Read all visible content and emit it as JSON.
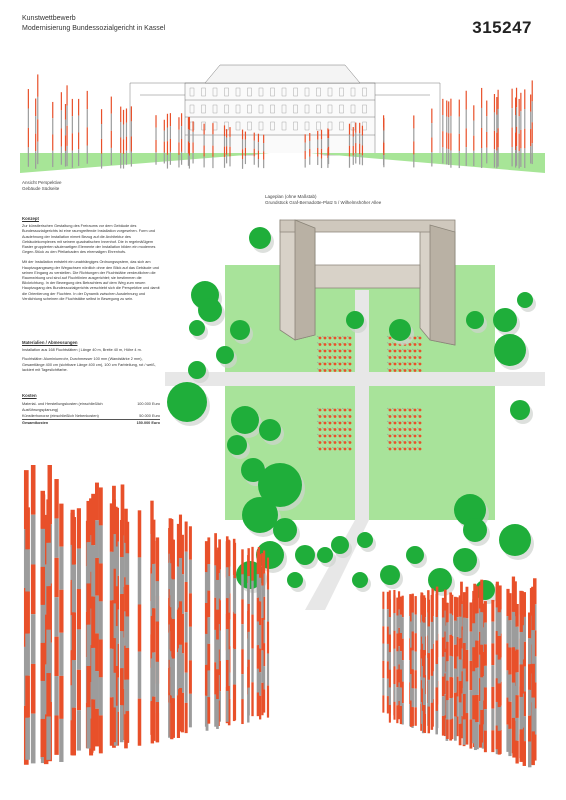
{
  "header": {
    "line1": "Kunstwettbewerb",
    "line2": "Modernisierung Bundessozialgericht in Kassel"
  },
  "competition_id": "315247",
  "perspective_caption": {
    "line1": "Ansicht Perspektive",
    "line2": "Gebäude Südseite"
  },
  "siteplan_caption": {
    "line1": "Lageplan (ohne Maßstab)",
    "line2": "Grundstück Graf-Bernadotte-Platz 5 / Wilhelmshöher Allee"
  },
  "concept": {
    "title": "Konzept",
    "p1": "Zur künstlerischen Gestaltung des Freiraums vor dem Gebäude des Bundessozialgerichts ist eine raumgreifende Installation vorgesehen. Form und Ausdehnung der Installation nimmt Bezug auf die Architektur des Gebäudekomplexes mit seinem quadratischen Innenhof. Die in regelmäßigem Raster gruppierten säulenartigen Elemente der Installation bilden ein modernes Gegen-Stück zu den Pfeilarkaden des ehemaligen Ehrenhofs.",
    "p2": "Mit der Installation entsteht ein unabhängiges Ordnungssystem, das sich am Hauptzugangsweg der Wegachsen nördlich ohne den Blick auf das Gebäude und seinen Eingang zu verstellen. Die Richtungen der Fluchtstäbe verdeutlichen die Raumwirkung und sind auf Fluchtlinien ausgerichtet; sie bestimmen die Blickrichtung. In der Bewegung des Betrachters auf dem Weg zum neuen Hauptzugang des Bundessozialgerichts verschiebt sich die Perspektive und damit die Orientierung der Fluchten. In der Dynamik zwischen Ausdehnung und Verdichtung scheinen die Fluchtstäbe selbst in Bewegung zu sein."
  },
  "material": {
    "title": "Materialien / Abmessungen",
    "p1": "Installation aus 168 Fluchtstäben | Länge 40 m, Breite 40 m, Höhe 4 m.",
    "p2": "Fluchtstäbe: Aluminiumrohr, Durchmesser 100 mm (Wandstärke 2 mm), Gesamtlänge 400 cm (sichtbare Länge 400 cm), 100 cm Farbteilung, rot / weiß, lackiert mit Tageslichtfarbe."
  },
  "costs": {
    "title": "Kosten",
    "row1_label": "Material- und Herstellungskosten (einschließlich Ausführungsplanung)",
    "row1_value": "100.000 Euro",
    "row2_label": "Künstlerhonorar (einschließlich Nebenkosten)",
    "row2_value": "50.000 Euro",
    "total_label": "Gesamtkosten",
    "total_value": "150.000 Euro"
  },
  "colors": {
    "pole_red": "#e8502a",
    "pole_grey": "#9c9c9c",
    "lawn": "#9be08a",
    "tree": "#1fae3a",
    "building": "#d8d2c8"
  }
}
